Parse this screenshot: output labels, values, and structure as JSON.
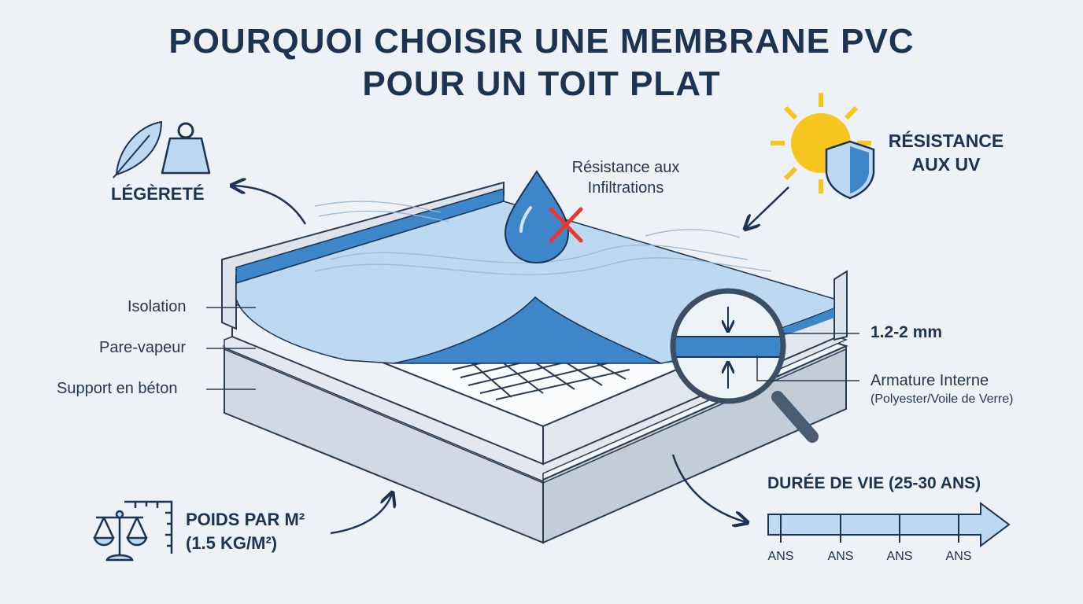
{
  "title": {
    "line1": "POURQUOI CHOISIR UNE MEMBRANE PVC",
    "line2": "POUR UN TOIT PLAT"
  },
  "features": {
    "lightness": "LÉGÈRETÉ",
    "infiltration_line1": "Résistance aux",
    "infiltration_line2": "Infiltrations",
    "uv_line1": "RÉSISTANCE",
    "uv_line2": "AUX UV",
    "weight_line1": "POIDS PAR M²",
    "weight_line2": "(1.5 KG/M²)",
    "lifespan": "DURÉE DE VIE (25-30 ANS)"
  },
  "layers": {
    "insulation": "Isolation",
    "vapor_barrier": "Pare-vapeur",
    "concrete": "Support en béton"
  },
  "detail": {
    "thickness": "1.2-2 mm",
    "reinforcement_line1": "Armature Interne",
    "reinforcement_line2": "(Polyester/Voile de Verre)"
  },
  "timeline": {
    "tick_labels": [
      "ANS",
      "ANS",
      "ANS",
      "ANS"
    ]
  },
  "icons": [
    "feather-icon",
    "weight-icon",
    "water-drop-icon",
    "cross-icon",
    "sun-icon",
    "shield-icon",
    "scale-icon",
    "magnifier-icon"
  ],
  "colors": {
    "membrane": "#3c86c9",
    "membrane_light": "#bcd9f1",
    "dark": "#1c3352",
    "sun": "#f7c51e",
    "cross": "#e53935",
    "concrete": "#d9dee6"
  }
}
